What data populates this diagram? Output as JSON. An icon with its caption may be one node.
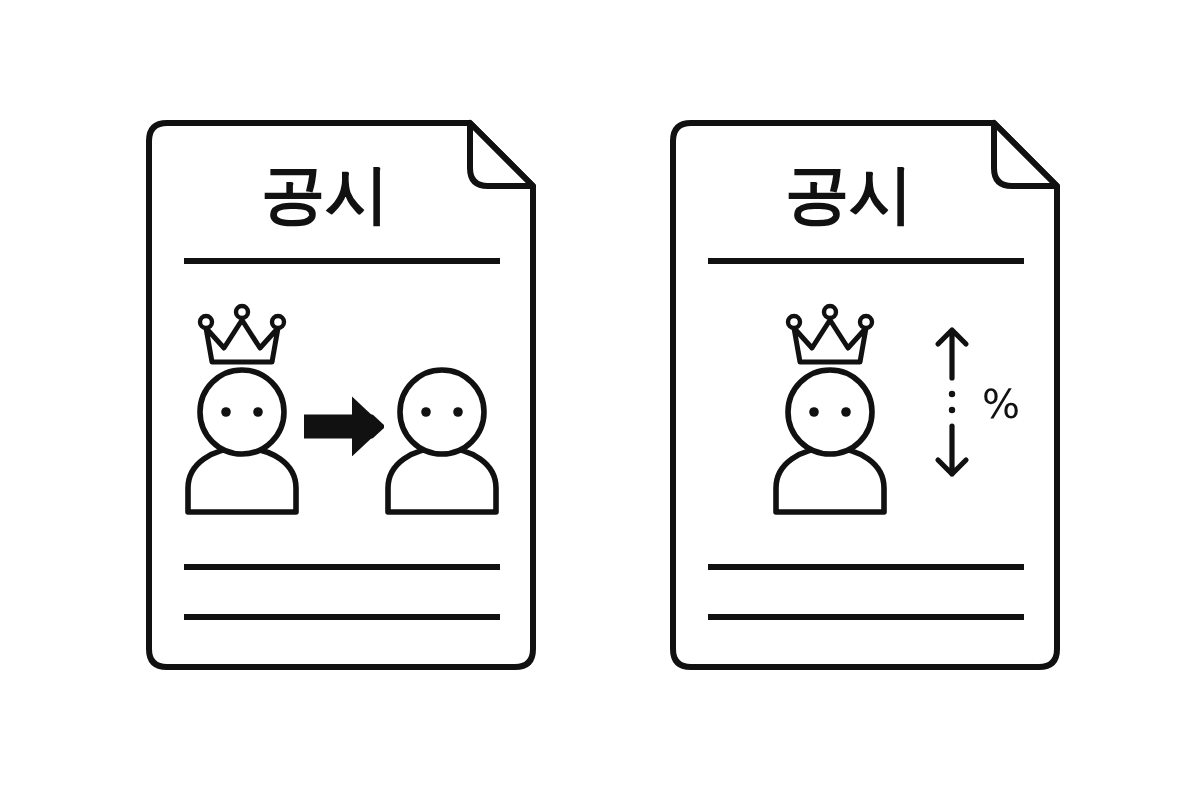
{
  "diagram": {
    "nodes": [
      {
        "text": [
          "공시"
        ]
      },
      {
        "text": [],
        "shape": "person",
        "in": 0
      },
      {
        "text": [],
        "shape": "person",
        "in": 0
      },
      {
        "text": [
          "공시"
        ]
      },
      {
        "text": [],
        "shape": "person",
        "in": 3
      }
    ],
    "edges": [
      {
        "from": 1,
        "to": 2,
        "arrow": "to"
      }
    ],
    "labels": [
      "%"
    ]
  }
}
